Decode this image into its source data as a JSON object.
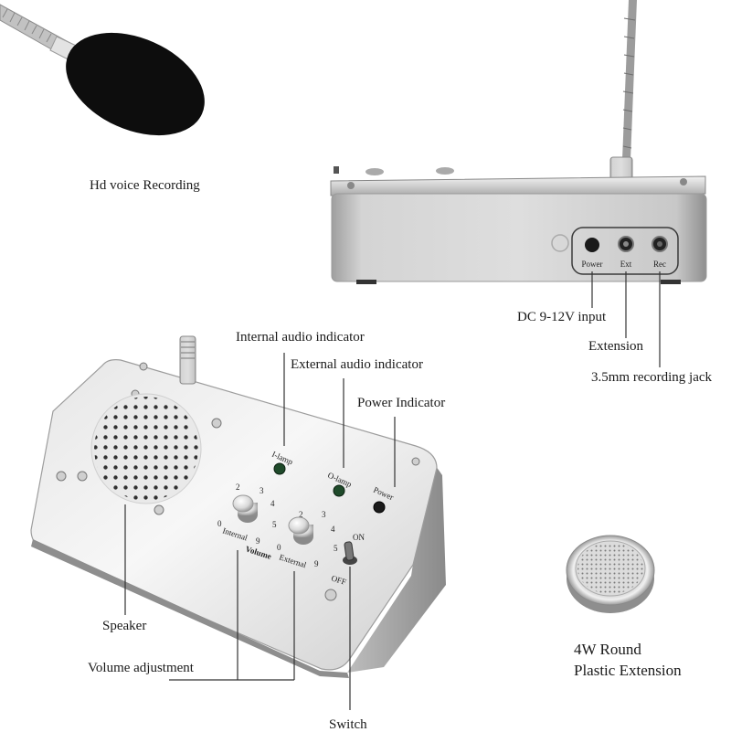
{
  "figure": {
    "type": "product-annotation-diagram",
    "subject": "Window intercom system",
    "background": "#ffffff"
  },
  "panels": {
    "microphone": {
      "label": "Hd voice Recording",
      "foam_color": "#0d0d0d",
      "gooseneck_color": "#b8b8b8"
    },
    "rear_view": {
      "body_color": "#c9c9c9",
      "ports": [
        {
          "label": "Power",
          "callout": "DC 9-12V input"
        },
        {
          "label": "Ext",
          "callout": "Extension"
        },
        {
          "label": "Rec",
          "callout": "3.5mm recording jack"
        }
      ]
    },
    "main_unit": {
      "body_color": "#d8d8d8",
      "callouts": {
        "internal_indicator": "Internal audio indicator",
        "external_indicator": "External audio indicator",
        "power_indicator": "Power Indicator",
        "speaker": "Speaker",
        "volume": "Volume adjustment",
        "switch": "Switch"
      },
      "panel_text": {
        "i_lamp": "I-lamp",
        "o_lamp": "O-lamp",
        "power": "Power",
        "internal": "Internal",
        "external": "External",
        "volume": "Volume",
        "on": "ON",
        "off": "OFF"
      },
      "knob_scale": [
        "0",
        "2",
        "3",
        "4",
        "5",
        "9"
      ],
      "led_color": "#1f4a2a",
      "power_led_color": "#1a1a1a"
    },
    "extension_speaker": {
      "line1": "4W Round",
      "line2": "Plastic Extension",
      "rim_color": "#bdbdbd"
    }
  }
}
